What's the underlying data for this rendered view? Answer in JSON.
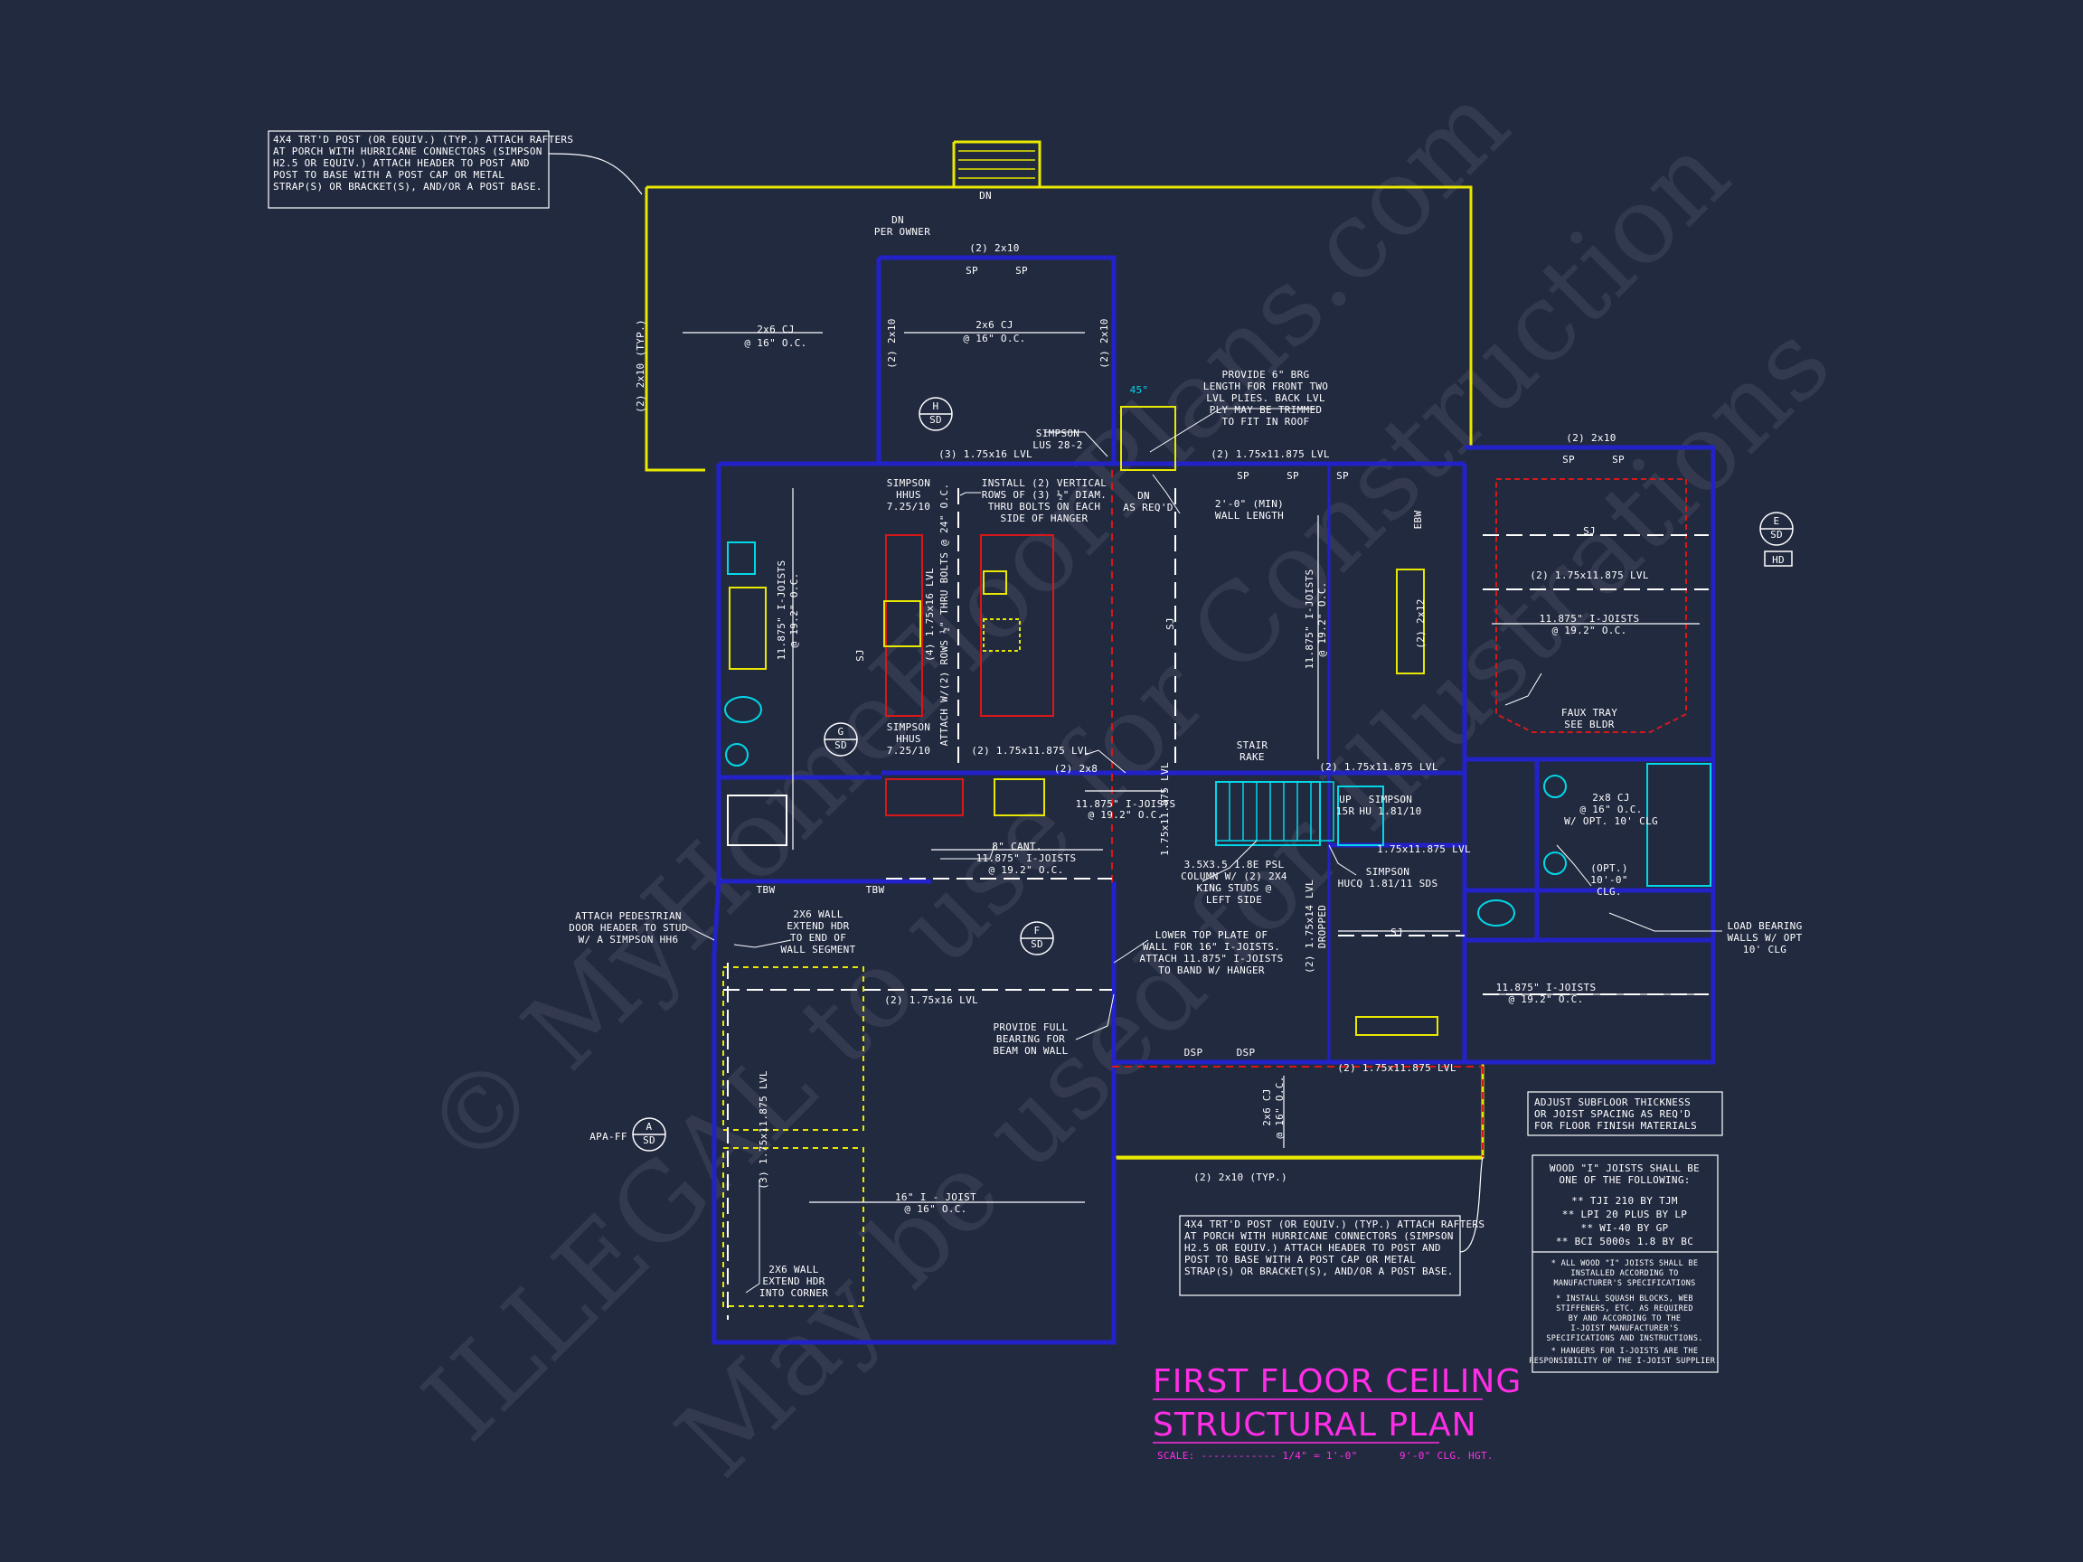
{
  "title": {
    "line1": "FIRST FLOOR CEILING",
    "line2": "STRUCTURAL PLAN"
  },
  "scale": {
    "label": "SCALE: ------------ 1/4\" = 1'-0\"",
    "ceiling": "9'-0\" CLG. HGT."
  },
  "watermark": {
    "line1": "© MyHomeFloorPlans.com",
    "line2": "ILLEGAL to use for Construction",
    "line3": "May be used for Illustrations"
  },
  "notes": {
    "porch_left": [
      "4X4 TRT'D POST (OR EQUIV.) (TYP.) ATTACH RAFTERS",
      "AT PORCH WITH HURRICANE CONNECTORS (SIMPSON",
      "H2.5 OR EQUIV.) ATTACH HEADER TO POST AND",
      "POST TO BASE WITH A POST CAP OR METAL",
      "STRAP(S) OR BRACKET(S), AND/OR A POST BASE."
    ],
    "porch_bottom": [
      "4X4 TRT'D POST (OR EQUIV.) (TYP.) ATTACH RAFTERS",
      "AT PORCH WITH HURRICANE CONNECTORS (SIMPSON",
      "H2.5 OR EQUIV.) ATTACH HEADER TO POST AND",
      "POST TO BASE WITH A POST CAP OR METAL",
      "STRAP(S) OR BRACKET(S), AND/OR A POST BASE."
    ],
    "subfloor": [
      "ADJUST SUBFLOOR THICKNESS",
      "OR JOIST SPACING AS REQ'D",
      "FOR FLOOR FINISH MATERIALS"
    ],
    "joists_head": [
      "WOOD \"I\" JOISTS SHALL BE",
      "ONE OF THE FOLLOWING:"
    ],
    "joists_list": [
      "** TJI 210 BY TJM",
      "** LPI 20 PLUS BY LP",
      "** WI-40 BY GP",
      "** BCI 5000s 1.8 BY BC"
    ],
    "joists_notes": [
      "* ALL WOOD \"I\" JOISTS SHALL BE",
      "INSTALLED ACCORDING TO",
      "MANUFACTURER'S SPECIFICATIONS",
      "* INSTALL SQUASH BLOCKS, WEB",
      "STIFFENERS, ETC. AS REQUIRED",
      "BY AND ACCORDING TO THE",
      "I-JOIST MANUFACTURER'S",
      "SPECIFICATIONS AND INSTRUCTIONS.",
      "* HANGERS FOR I-JOISTS ARE THE",
      "RESPONSIBILITY OF THE I-JOIST SUPPLIER."
    ]
  },
  "labels": {
    "dn": "DN",
    "dn_per_owner": [
      "DN",
      "PER OWNER"
    ],
    "porch_cj": [
      "2x6 CJ",
      "@ 16\" O.C."
    ],
    "center_cj": [
      "2x6 CJ",
      "@ 16\" O.C."
    ],
    "porch_2x10_typ": "(2) 2x10 (TYP.)",
    "p_2x10_top": "(2) 2x10",
    "p_2x10_left": "(2) 2x10",
    "p_2x10_right": "(2) 2x10",
    "sp": "SP",
    "sec_h": [
      "H",
      "SD"
    ],
    "sec_g": [
      "G",
      "SD"
    ],
    "sec_f": [
      "F",
      "SD"
    ],
    "sec_a": [
      "A",
      "SD"
    ],
    "sec_e": [
      "E",
      "SD"
    ],
    "hd": "HD",
    "brg": [
      "PROVIDE 6\" BRG",
      "LENGTH FOR FRONT TWO",
      "LVL PLIES. BACK LVL",
      "PLY MAY BE TRIMMED",
      "TO FIT IN ROOF"
    ],
    "angle": "45°",
    "simpson_lus": [
      "SIMPSON",
      "LUS 28-2"
    ],
    "lvl3": "(3) 1.75x16 LVL",
    "lvl_front": "(2) 1.75x11.875 LVL",
    "install": [
      "INSTALL (2) VERTICAL",
      "ROWS OF (3) ½\" DIAM.",
      "THRU BOLTS ON EACH",
      "SIDE OF HANGER"
    ],
    "simpson_hhus_a": [
      "SIMPSON",
      "HHUS",
      "7.25/10"
    ],
    "simpson_hhus_b": [
      "SIMPSON",
      "HHUS",
      "7.25/10"
    ],
    "dn_asreq": [
      "DN",
      "AS REQ'D"
    ],
    "min_wall": [
      "2'-0\" (MIN)",
      "WALL LENGTH"
    ],
    "ijoists_kitchen": [
      "11.875\" I-JOISTS",
      "@ 19.2\" O.C."
    ],
    "ijoists_great": [
      "11.875\" I-JOISTS",
      "@ 19.2\" O.C."
    ],
    "attach_bolts": "ATTACH W/(2) ROWS ½\" THRU BOLTS @ 24\" O.C.",
    "lvl4": "(4) 1.75x16 LVL",
    "sj": "SJ",
    "lvl_low": "(2) 1.75x11.875 LVL",
    "p2x8": "(2) 2x8",
    "ijoists_small": [
      "11.875\" I-JOISTS",
      "@ 19.2\" O.C."
    ],
    "lvl_stair_v": "1.75x11.875 LVL",
    "stair_rake": [
      "STAIR",
      "RAKE"
    ],
    "lvl_stair": "(2) 1.75x11.875 LVL",
    "up": [
      "UP",
      "15R"
    ],
    "simpson_hu": [
      "SIMPSON",
      "HU 1.81/10"
    ],
    "lvl_single": "1.75x11.875 LVL",
    "cant": "8\" CANT.",
    "ijoists_cant": [
      "11.875\" I-JOISTS",
      "@ 19.2\" O.C."
    ],
    "psl": [
      "3.5X3.5 1.8E PSL",
      "COLUMN W/ (2) 2X4",
      "KING STUDS @",
      "LEFT SIDE"
    ],
    "simpson_hucq": [
      "SIMPSON",
      "HUCQ 1.81/11 SDS"
    ],
    "tw": "TBW",
    "pedestrian": [
      "ATTACH PEDESTRIAN",
      "DOOR HEADER TO STUD",
      "W/ A SIMPSON HH6"
    ],
    "wall2x6": [
      "2X6 WALL",
      "EXTEND HDR",
      "TO END OF",
      "WALL SEGMENT"
    ],
    "lower_plate": [
      "LOWER TOP PLATE OF",
      "WALL FOR 16\" I-JOISTS.",
      "ATTACH 11.875\" I-JOISTS",
      "TO BAND W/ HANGER"
    ],
    "lvl14": "(2) 1.75x14 LVL",
    "dropped": "DROPPED",
    "garage_lvl": "(2) 1.75x16 LVL",
    "provide_full": [
      "PROVIDE FULL",
      "BEARING FOR",
      "BEAM ON WALL"
    ],
    "lvl3v": "(3) 1.75x11.875 LVL",
    "apa": "APA-FF",
    "garage_joist": [
      "16\" I - JOIST",
      "@ 16\" O.C."
    ],
    "extend_hdr": [
      "2X6 WALL",
      "EXTEND HDR",
      "INTO CORNER"
    ],
    "dsp": "DSP",
    "lvl_bot": "(2) 1.75x11.875 LVL",
    "porch_bot_cj": [
      "2x6 CJ",
      "@ 16\" O.C."
    ],
    "porch_bot_typ": "(2) 2x10 (TYP.)",
    "ijoists_bath": [
      "11.875\" I-JOISTS",
      "@ 19.2\" O.C."
    ],
    "load_bearing": [
      "LOAD BEARING",
      "WALLS W/ OPT",
      "10' CLG"
    ],
    "opt_clg": [
      "(OPT.)",
      "10'-0\"",
      "CLG."
    ],
    "cj_bath": [
      "2x8 CJ",
      "@ 16\" O.C.",
      "W/ OPT. 10' CLG"
    ],
    "faux": [
      "FAUX TRAY",
      "SEE BLDR"
    ],
    "bed_ijoists": [
      "11.875\" I-JOISTS",
      "@ 19.2\" O.C."
    ],
    "bed_lvl": "(2) 1.75x11.875 LVL",
    "bed_2x10": "(2) 2x10",
    "p2x12": "(2) 2x12",
    "ebw": "EBW"
  },
  "colors": {
    "background": "#222a40",
    "wall": "#2020c0",
    "porch": "#e8e800",
    "text": "#ffffff",
    "title": "#ff2ee6",
    "beam_red": "#d81818",
    "cyan": "#00d8e8",
    "yellow_fix": "#e8c800"
  }
}
